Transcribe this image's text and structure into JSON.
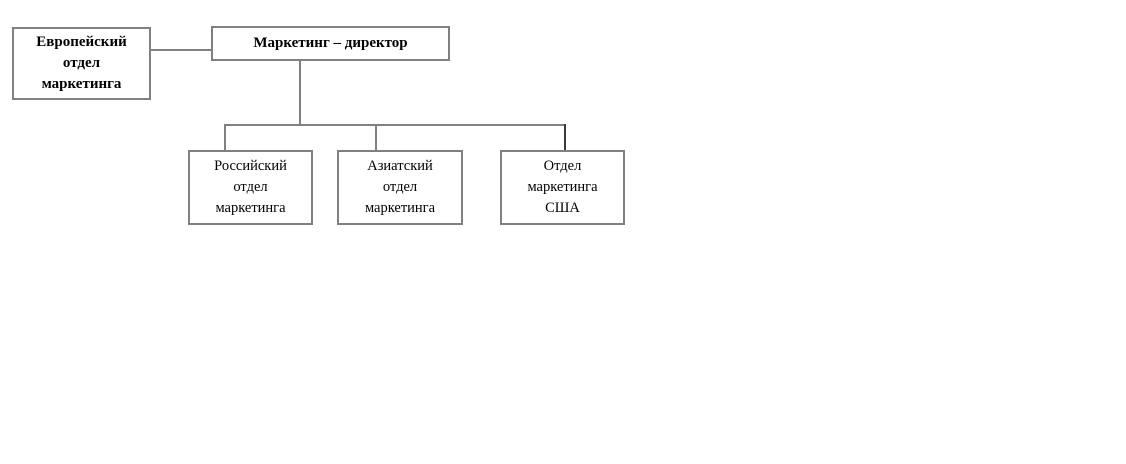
{
  "diagram": {
    "type": "organizational-chart",
    "title": "Маркетинг – директор",
    "orientation": "top-down",
    "line_color": "#808080",
    "box_border_color": "#808080",
    "background_color": "#ffffff",
    "text_color": "#000000"
  },
  "nodes": {
    "director": {
      "id": "director",
      "label": "Маркетинг – директор",
      "level": 1,
      "bold": true
    },
    "europe": {
      "id": "europe",
      "label": "Европейский\nотдел\nмаркетинга",
      "level": 2,
      "bold": true
    },
    "russia": {
      "id": "russia",
      "label": "Российский\nотдел\nмаркетинга",
      "level": 2,
      "bold": false
    },
    "asia": {
      "id": "asia",
      "label": "Азиатский\nотдел\nмаркетинга",
      "level": 2,
      "bold": false
    },
    "usa": {
      "id": "usa",
      "label": "Отдел\nмаркетинга\nСША",
      "level": 2,
      "bold": false
    }
  },
  "edges": [
    {
      "from": "director",
      "to": "europe",
      "style": "horizontal"
    },
    {
      "from": "director",
      "to": "russia",
      "style": "orthogonal"
    },
    {
      "from": "director",
      "to": "asia",
      "style": "orthogonal"
    },
    {
      "from": "director",
      "to": "usa",
      "style": "orthogonal"
    }
  ]
}
